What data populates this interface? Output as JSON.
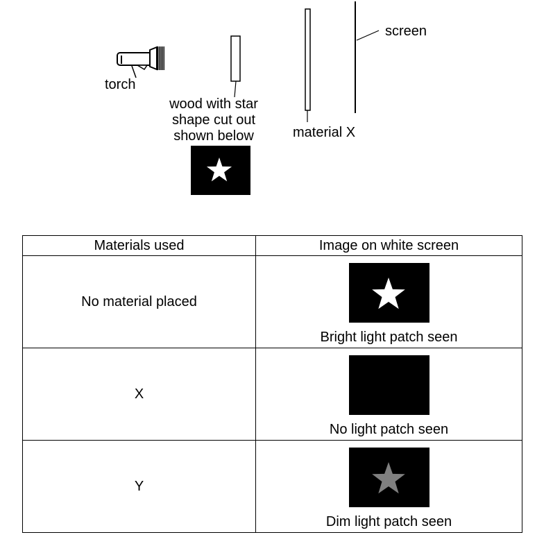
{
  "diagram": {
    "labels": {
      "torch": "torch",
      "wood_lines": [
        "wood with star",
        "shape cut out",
        "shown below"
      ],
      "material": "material X",
      "screen": "screen"
    },
    "colors": {
      "shape_fill": "#000000",
      "cutout": "#ffffff"
    }
  },
  "table": {
    "headers": [
      "Materials used",
      "Image on white screen"
    ],
    "rows": [
      {
        "material": "No material placed",
        "star": "bright",
        "caption": "Bright light patch seen"
      },
      {
        "material": "X",
        "star": "none",
        "caption": "No light patch seen"
      },
      {
        "material": "Y",
        "star": "dim",
        "caption": "Dim light patch seen"
      }
    ],
    "colors": {
      "bright": "#ffffff",
      "dim": "#808080",
      "box": "#000000"
    }
  }
}
